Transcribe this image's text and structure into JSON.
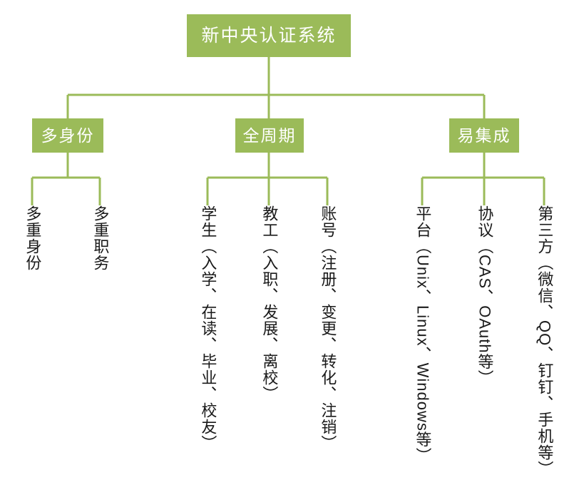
{
  "diagram": {
    "title": "新中央认证系统",
    "type": "organization-tree",
    "colors": {
      "node_fill": "#9BBB59",
      "node_text": "#FFFFFF",
      "connector": "#9BBB59",
      "leaf_text": "#1A1A1A",
      "background": "#FFFFFF"
    },
    "root": {
      "label": "新中央认证系统"
    },
    "branches": [
      {
        "label": "多身份",
        "leaves": [
          {
            "label": "多重身份"
          },
          {
            "label": "多重职务"
          }
        ]
      },
      {
        "label": "全周期",
        "leaves": [
          {
            "label": "学生（入学、在读、毕业、校友）"
          },
          {
            "label": "教工（入职、发展、离校）"
          },
          {
            "label": "账号（注册、变更、转化、注销）"
          }
        ]
      },
      {
        "label": "易集成",
        "leaves": [
          {
            "label": "平台（Unix、Linux、Windows等）"
          },
          {
            "label": "协议（CAS、OAuth等）"
          },
          {
            "label": "第三方（微信、QQ、钉钉、手机等）"
          }
        ]
      }
    ]
  }
}
